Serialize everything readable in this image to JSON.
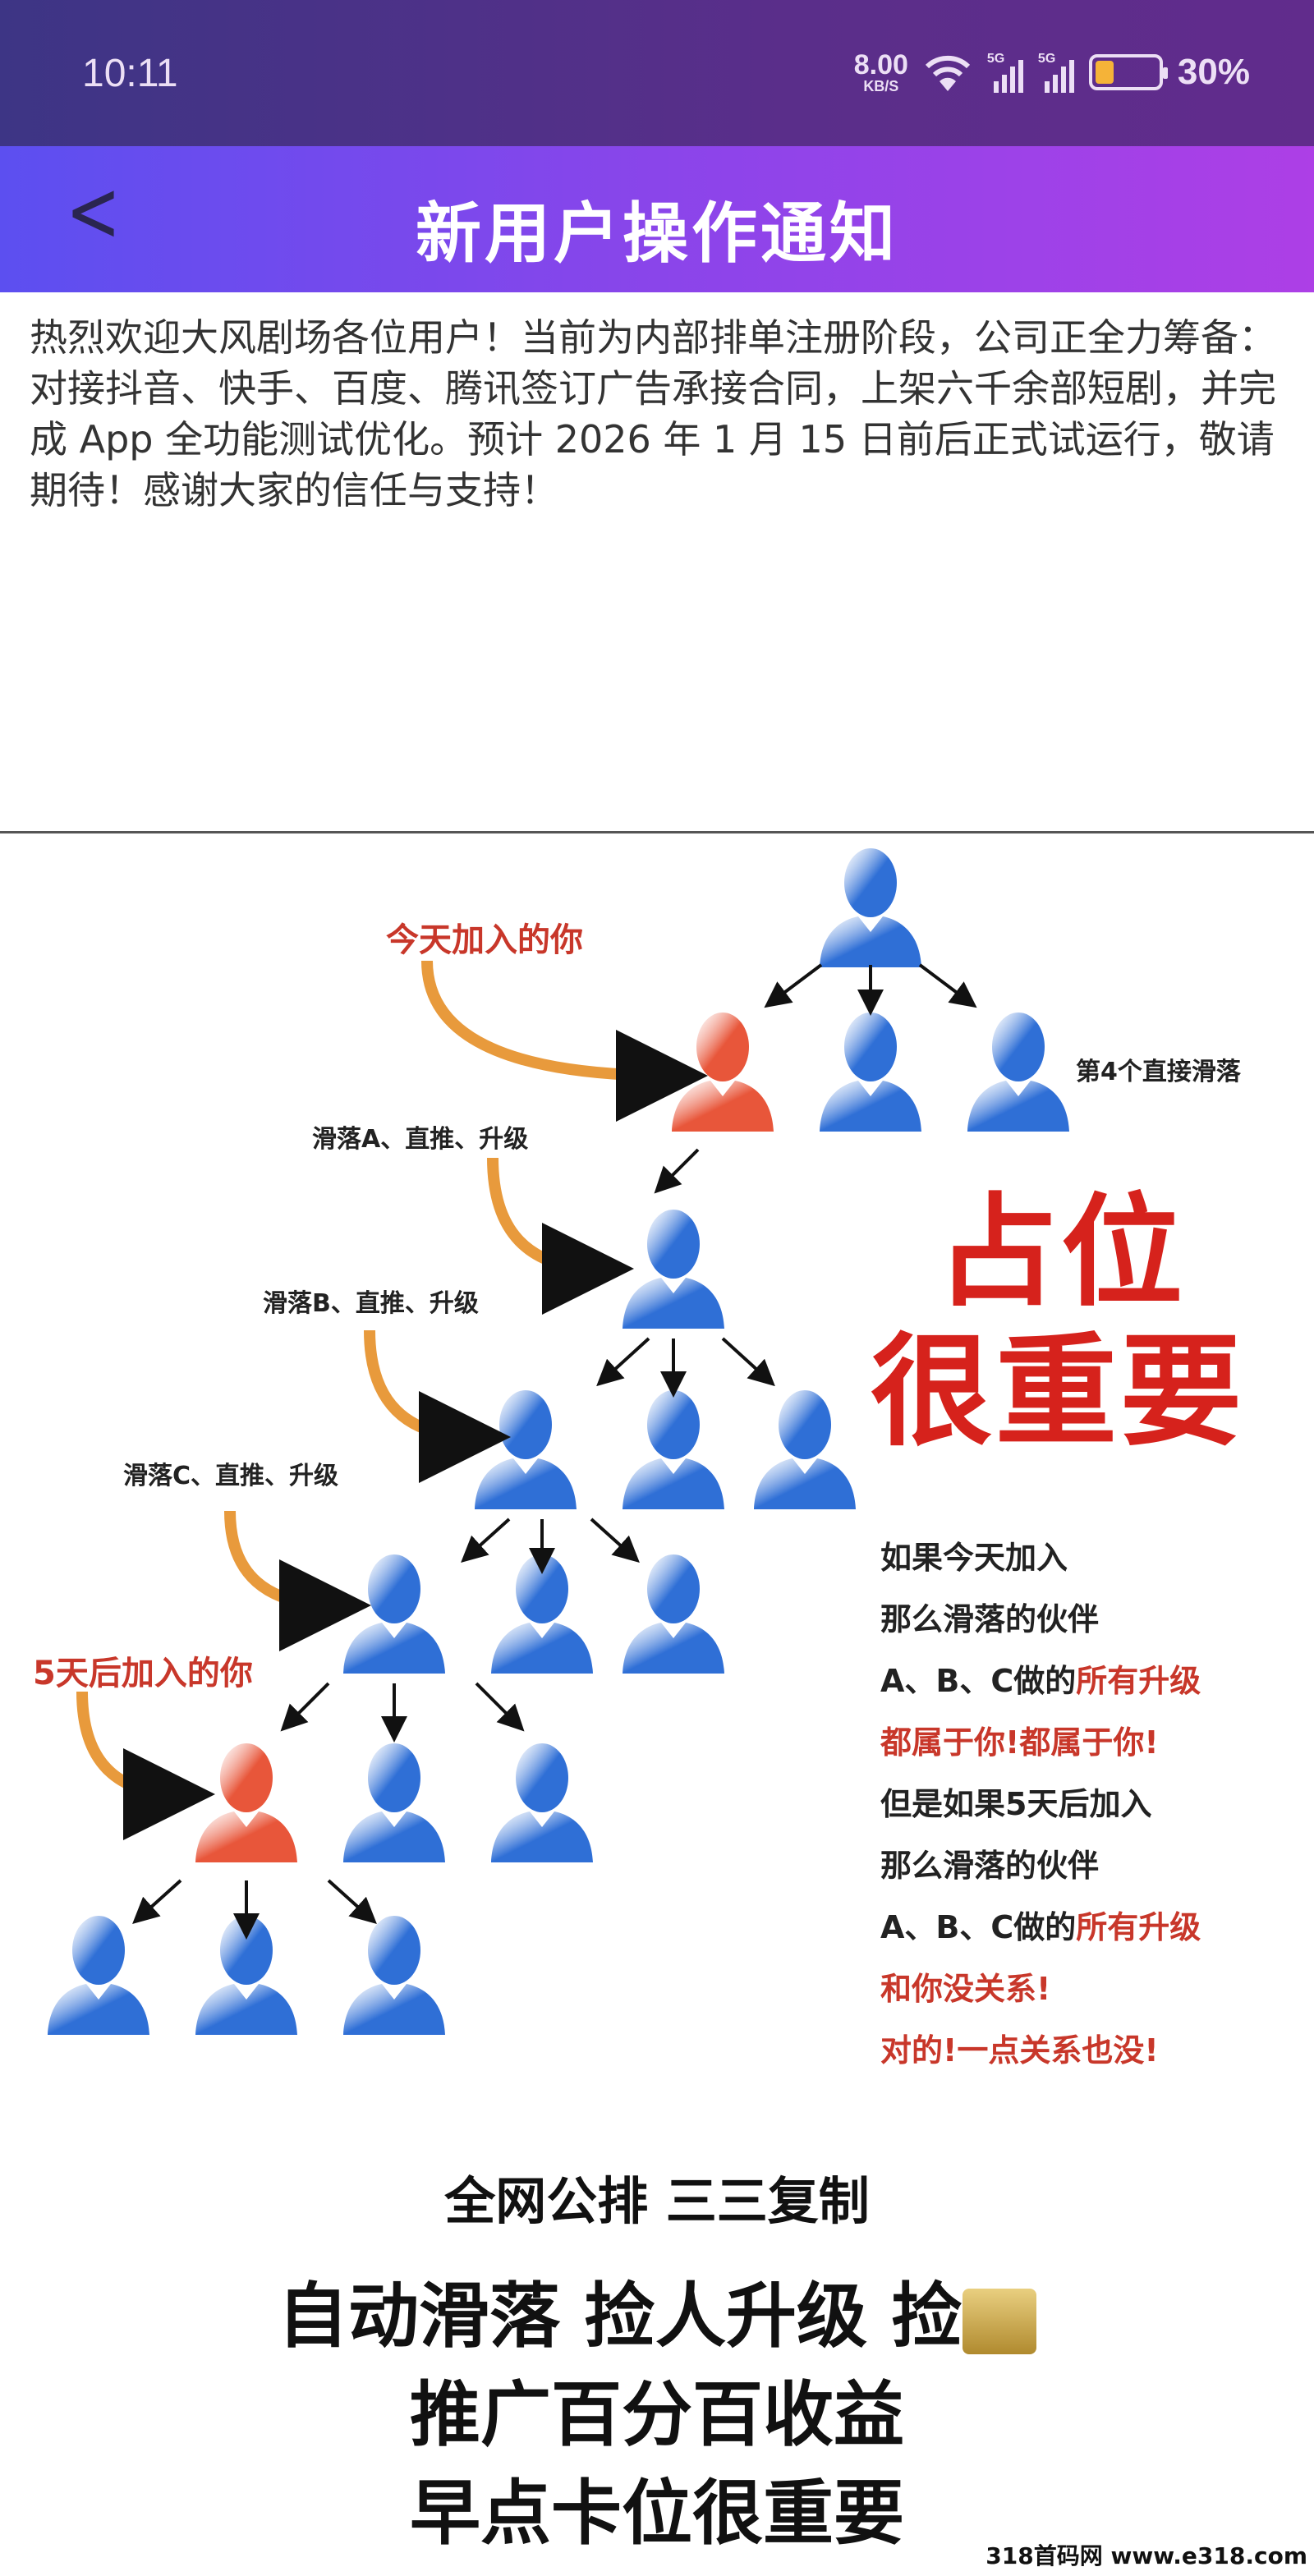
{
  "status_bar": {
    "time": "10:11",
    "speed": "8.00",
    "speed_unit": "KB/S",
    "sim1": "5G",
    "sim2": "5G",
    "battery_percent": 30,
    "battery_label": "30%"
  },
  "header": {
    "title": "新用户操作通知",
    "back_icon": "chevron-left-icon"
  },
  "notice": "热烈欢迎大风剧场各位用户！当前为内部排单注册阶段，公司正全力筹备：对接抖音、快手、百度、腾讯签订广告承接合同，上架六千余部短剧，并完成 App 全功能测试优化。预计 2026 年 1 月 15 日前后正式试运行，敬请期待！感谢大家的信任与支持！",
  "poster": {
    "label_today": "今天加入的你",
    "label_fourth": "第4个直接滑落",
    "label_a": "滑落A、直推、升级",
    "label_b": "滑落B、直推、升级",
    "label_c": "滑落C、直推、升级",
    "label_5days": "5天后加入的你",
    "big_1": "占位",
    "big_2": "很重要",
    "list": [
      {
        "parts": [
          {
            "t": "如果今天加入",
            "c": "dark"
          }
        ]
      },
      {
        "parts": [
          {
            "t": "那么滑落的伙伴",
            "c": "dark"
          }
        ]
      },
      {
        "parts": [
          {
            "t": "A、B、C做的",
            "c": "dark"
          },
          {
            "t": "所有升级",
            "c": "red"
          }
        ]
      },
      {
        "parts": [
          {
            "t": "都属于你!都属于你!",
            "c": "red"
          }
        ]
      },
      {
        "parts": [
          {
            "t": "但是如果5天后加入",
            "c": "dark"
          }
        ]
      },
      {
        "parts": [
          {
            "t": "那么滑落的伙伴",
            "c": "dark"
          }
        ]
      },
      {
        "parts": [
          {
            "t": "A、B、C做的",
            "c": "dark"
          },
          {
            "t": "所有升级",
            "c": "red"
          }
        ]
      },
      {
        "parts": [
          {
            "t": "和你没关系!",
            "c": "red"
          }
        ]
      },
      {
        "parts": [
          {
            "t": "对的!一点关系也没!",
            "c": "red"
          }
        ]
      }
    ],
    "line1": "全网公排  三三复制",
    "line2": "自动滑落  捡人升级  捡",
    "line3": "推广百分百收益",
    "line4": "早点卡位很重要",
    "colors": {
      "blue": "#2f6fd6",
      "orange": "#e8563a",
      "red": "#c8372a"
    }
  },
  "watermark": "318首码网 www.e318.com"
}
